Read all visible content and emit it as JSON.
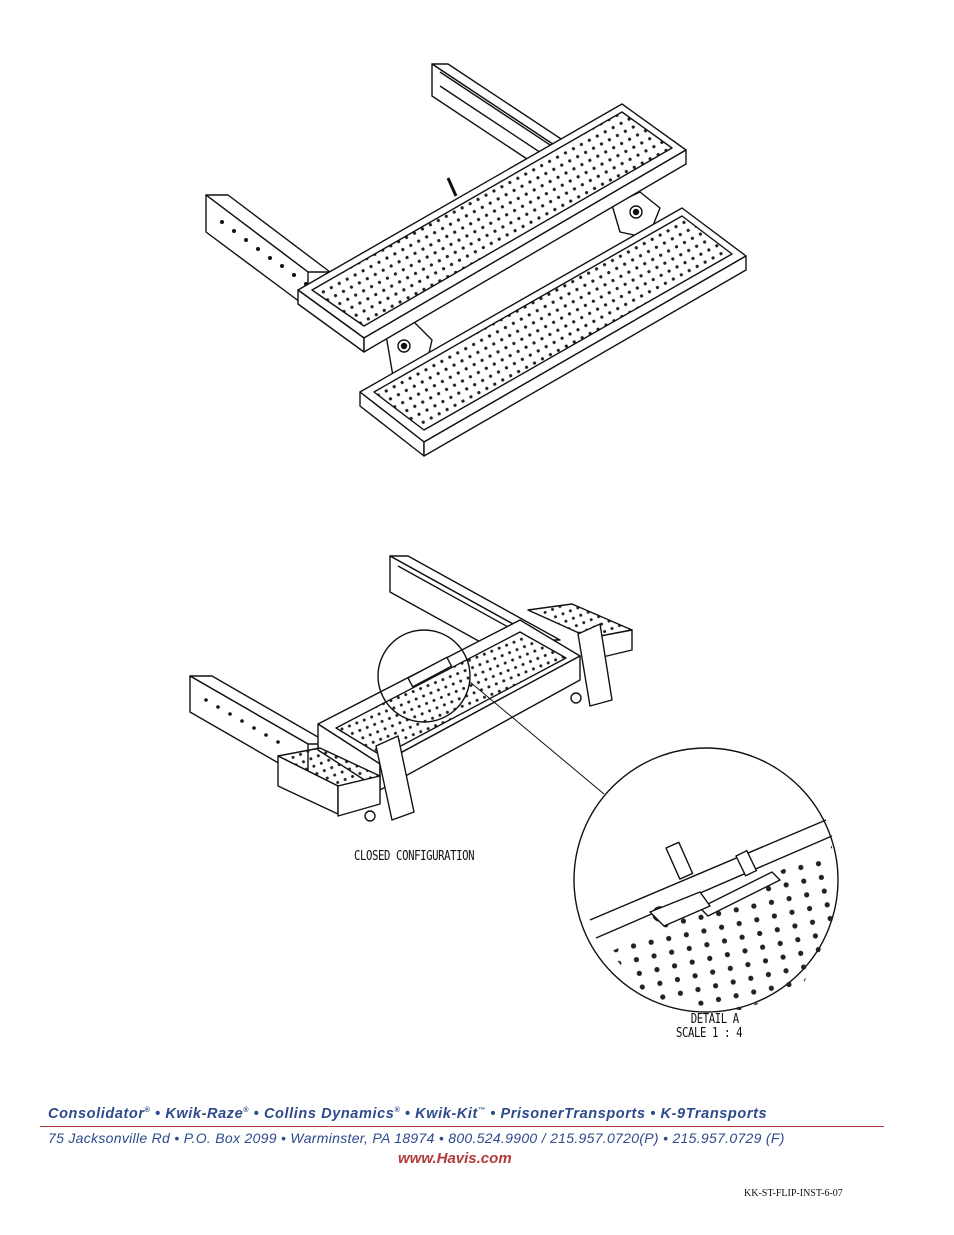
{
  "drawings": {
    "open_view_icon": "open-step-assembly",
    "closed_view_label": "CLOSED CONFIGURATION",
    "detail_label_line1": "DETAIL A",
    "detail_label_line2": "SCALE 1 : 4"
  },
  "footer": {
    "brands": [
      {
        "name": "Consolidator",
        "mark": "®"
      },
      {
        "name": "Kwik-Raze",
        "mark": "®"
      },
      {
        "name": "Collins Dynamics",
        "mark": "®"
      },
      {
        "name": "Kwik-Kit",
        "mark": "™"
      },
      {
        "name": "PrisonerTransports",
        "mark": ""
      },
      {
        "name": "K-9Transports",
        "mark": ""
      }
    ],
    "separator": " • ",
    "address": "75 Jacksonville Rd • P.O. Box 2099 • Warminster, PA 18974 • 800.524.9900 / 215.957.0720(P) • 215.957.0729 (F)",
    "website": "www.Havis.com",
    "doc_code": "KK-ST-FLIP-INST-6-07"
  },
  "colors": {
    "brand_blue": "#2e4a8c",
    "accent_red": "#b23a3a",
    "line": "#111111"
  }
}
